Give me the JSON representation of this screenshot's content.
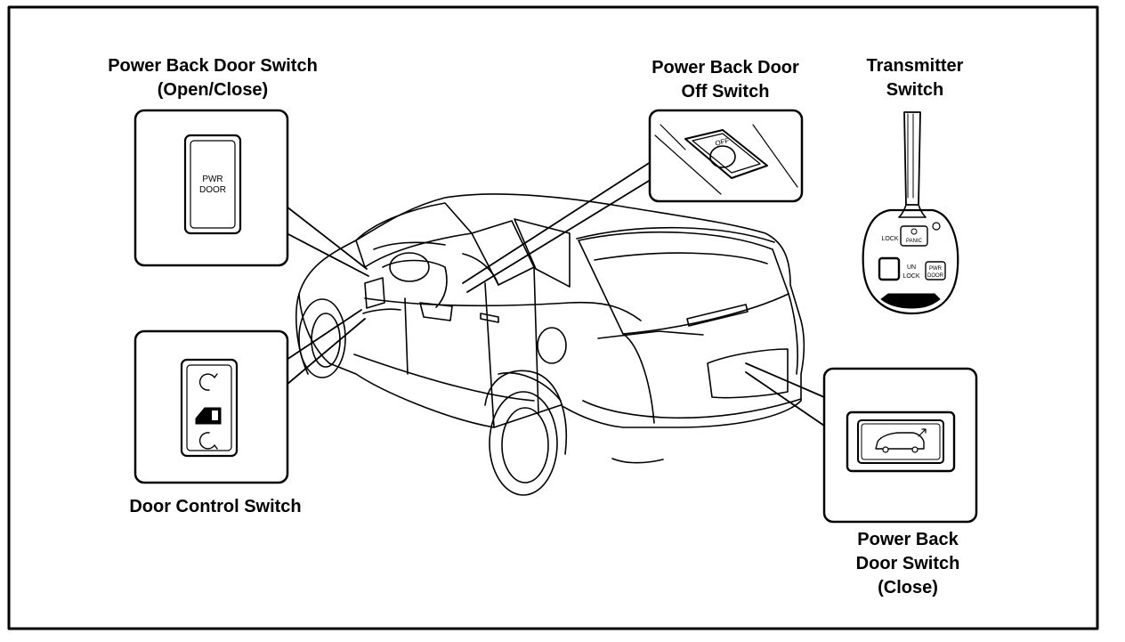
{
  "labels": {
    "pbd_open_close": {
      "line1": "Power Back Door Switch",
      "line2": "(Open/Close)"
    },
    "pbd_off": {
      "line1": "Power Back Door",
      "line2": "Off Switch"
    },
    "transmitter": {
      "line1": "Transmitter",
      "line2": "Switch"
    },
    "door_control": {
      "line1": "Door Control Switch"
    },
    "pbd_close": {
      "line1": "Power Back",
      "line2": "Door Switch",
      "line3": "(Close)"
    }
  },
  "switch_text": {
    "pwr_door_line1": "PWR",
    "pwr_door_line2": "DOOR",
    "off_switch_mark": "OFF",
    "key_lock": "LOCK",
    "key_panic": "PANIC",
    "key_unlock_line1": "UN",
    "key_unlock_line2": "LOCK",
    "key_pwr_line1": "PWR",
    "key_pwr_line2": "DOOR"
  }
}
